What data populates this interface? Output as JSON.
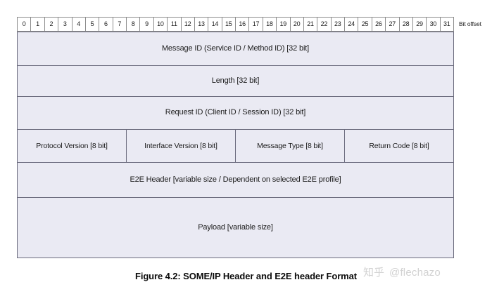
{
  "figure": {
    "caption": "Figure 4.2: SOME/IP Header and E2E header Format",
    "bit_offset_label": "Bit offset",
    "bit_offsets": [
      "0",
      "1",
      "2",
      "3",
      "4",
      "5",
      "6",
      "7",
      "8",
      "9",
      "10",
      "11",
      "12",
      "13",
      "14",
      "15",
      "16",
      "17",
      "18",
      "19",
      "20",
      "21",
      "22",
      "23",
      "24",
      "25",
      "26",
      "27",
      "28",
      "29",
      "30",
      "31"
    ],
    "rows": [
      {
        "label": "Message ID (Service ID / Method ID) [32 bit]"
      },
      {
        "label": "Length [32 bit]"
      },
      {
        "label": "Request ID (Client ID / Session ID) [32 bit]"
      },
      {
        "cells": [
          {
            "label": "Protocol Version [8 bit]"
          },
          {
            "label": "Interface Version [8 bit]"
          },
          {
            "label": "Message Type [8 bit]"
          },
          {
            "label": "Return Code [8 bit]"
          }
        ]
      },
      {
        "label": "E2E Header [variable size / Dependent on selected E2E profile]"
      },
      {
        "label": "Payload [variable size]"
      }
    ],
    "colors": {
      "cell_fill": "#eaeaf3",
      "cell_border": "#6b6b7d",
      "ruler_border": "#8d8d8d",
      "ruler_fill": "#ffffff",
      "text": "#1b1b1b",
      "watermark": "#d2d2d2"
    }
  },
  "watermark": {
    "logo": "知乎",
    "handle": "@flechazo"
  }
}
